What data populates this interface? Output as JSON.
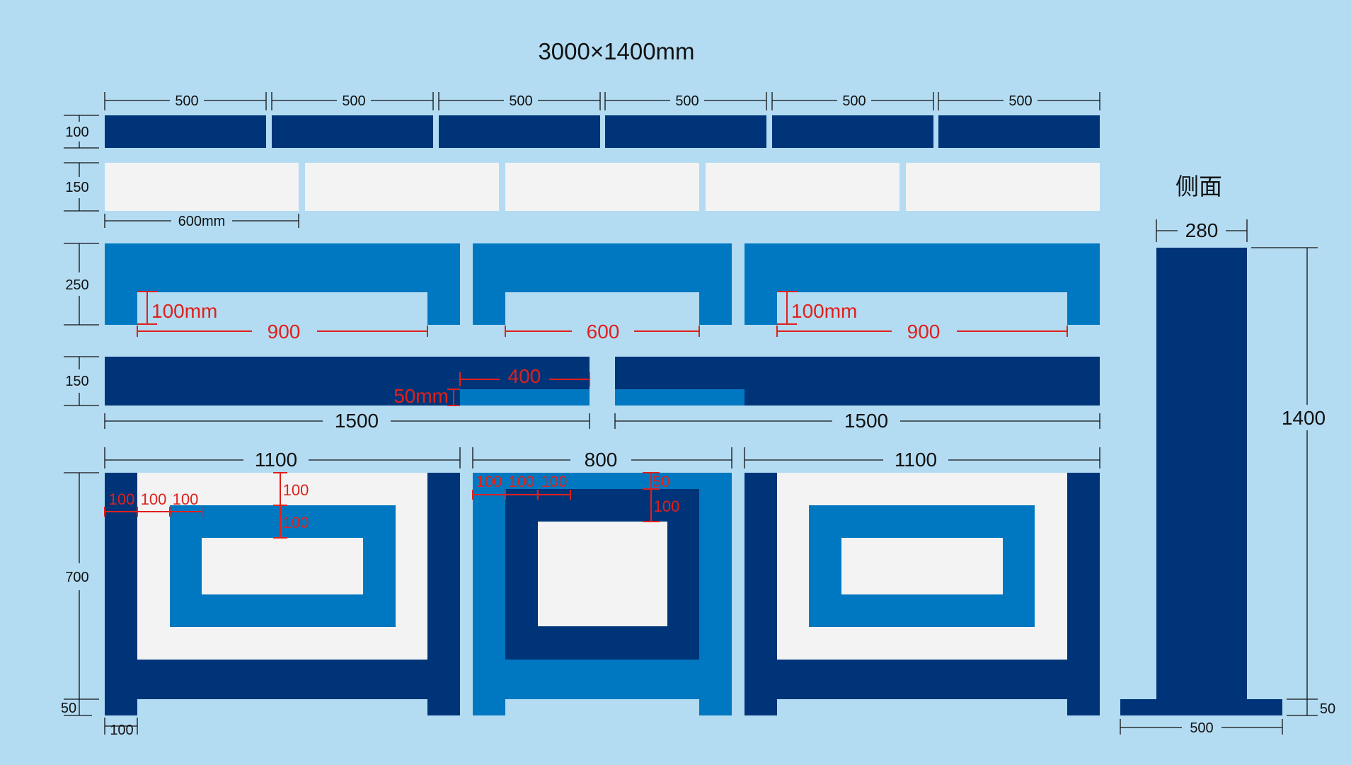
{
  "title": "3000×1400mm",
  "side_label": "侧面",
  "colors": {
    "background": "#b3dcf2",
    "navy": "#003478",
    "mid_blue": "#0078c1",
    "white": "#f3f3f3",
    "dim_line": "#111111",
    "dim_red": "#e0201b"
  },
  "row1": {
    "height_label": "100",
    "segment_labels": [
      "500",
      "500",
      "500",
      "500",
      "500",
      "500"
    ]
  },
  "row2": {
    "height_label": "150",
    "width_label": "600mm"
  },
  "row3": {
    "height_label": "250",
    "leg_height_label_left": "100mm",
    "leg_height_label_right": "100mm",
    "gap_labels": [
      "900",
      "600",
      "900"
    ]
  },
  "row4": {
    "height_label": "150",
    "step_width_label": "400",
    "step_height_label": "50mm",
    "span_labels": [
      "1500",
      "1500"
    ]
  },
  "row5": {
    "width_labels": [
      "1100",
      "800",
      "1100"
    ],
    "height_label": "700",
    "foot_height_label": "50",
    "foot_width_label": "100",
    "left_offsets": [
      "100",
      "100",
      "100"
    ],
    "left_vertical": [
      "100",
      "100"
    ],
    "center_offsets": [
      "100",
      "100",
      "100"
    ],
    "center_vertical": [
      "50",
      "100"
    ]
  },
  "side": {
    "width_label": "280",
    "height_label": "1400",
    "base_width_label": "500",
    "base_height_label": "50"
  }
}
